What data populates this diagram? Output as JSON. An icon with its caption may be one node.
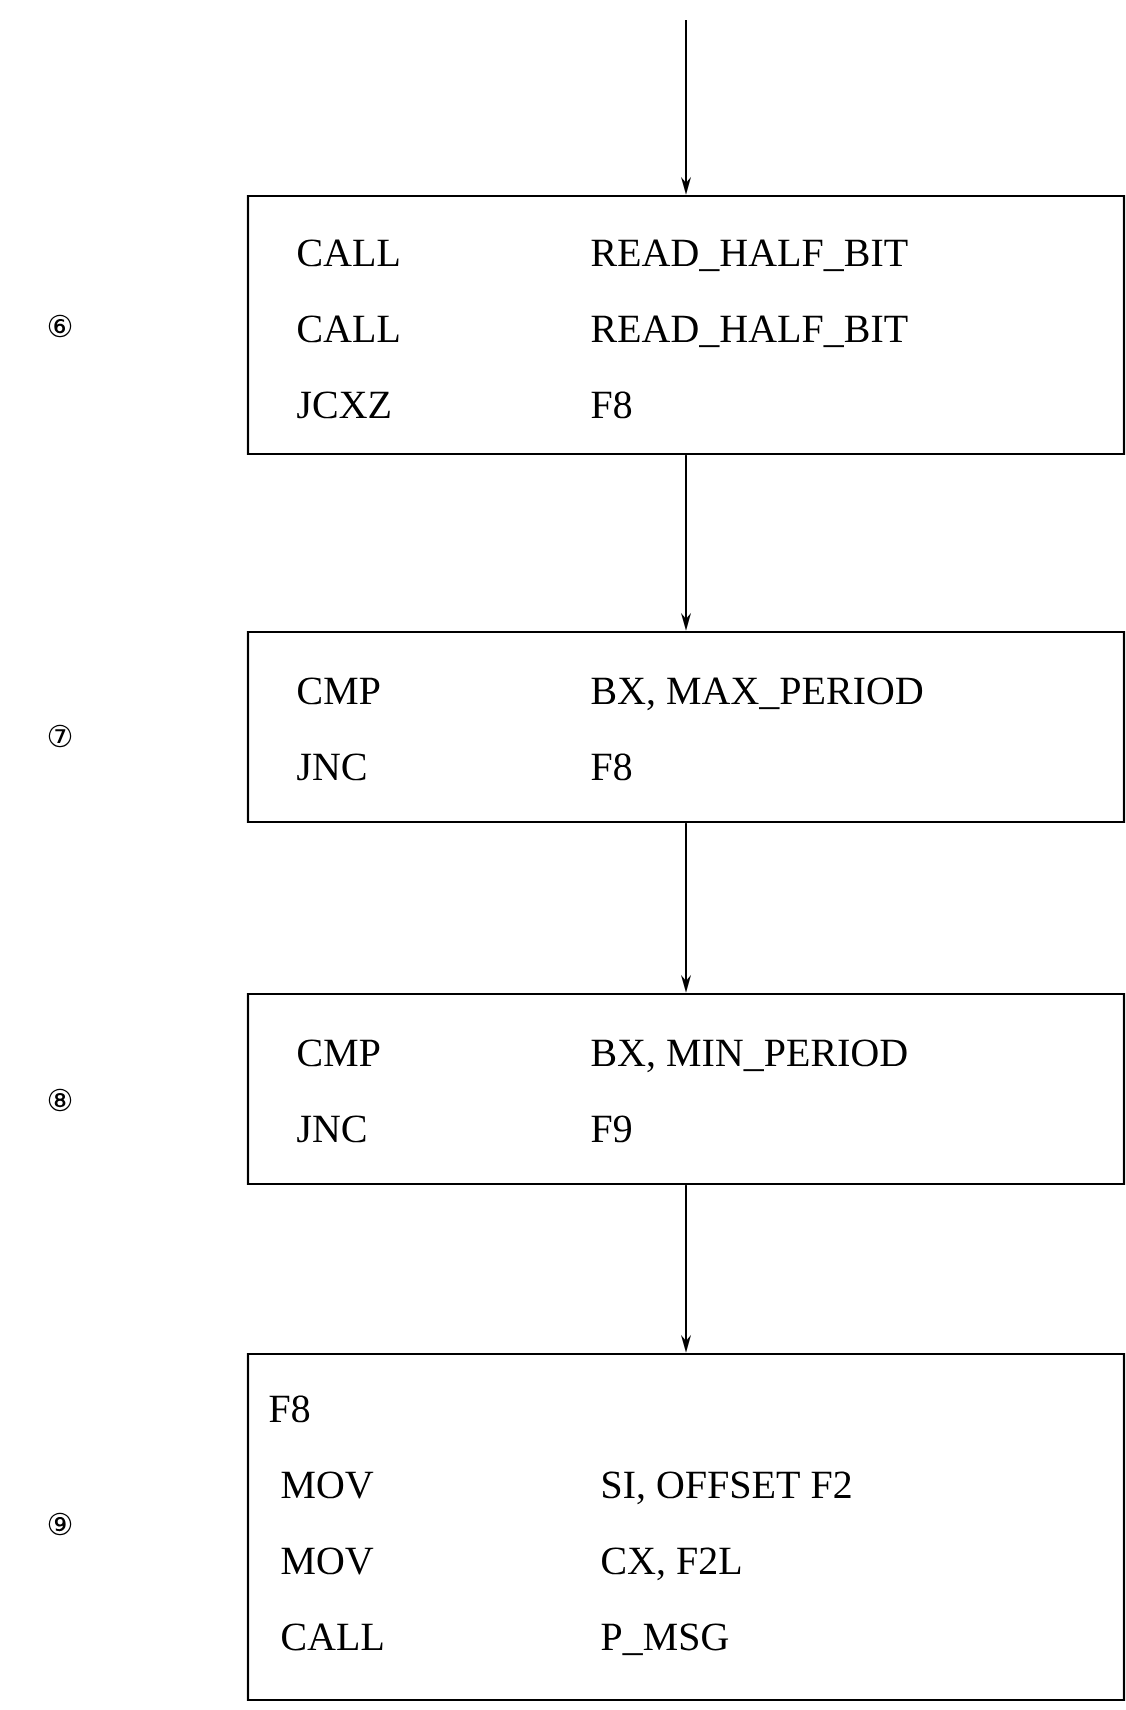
{
  "diagram": {
    "nodes": [
      {
        "text": [
          "CALL",
          "READ_HALF_BIT",
          "CALL",
          "READ_HALF_BIT",
          "JCXZ",
          "F8"
        ]
      },
      {
        "text": [
          "CMP",
          "BX, MAX_PERIOD",
          "JNC",
          "F8"
        ]
      },
      {
        "text": [
          "CMP",
          "BX, MIN_PERIOD",
          "JNC",
          "F9"
        ]
      },
      {
        "text": [
          "F8",
          "MOV",
          "SI, OFFSET F2",
          "MOV",
          "CX, F2L",
          "CALL",
          "P_MSG"
        ]
      }
    ],
    "labels": [
      "⑥",
      "⑦",
      "⑧",
      "⑨"
    ],
    "edges": [
      {
        "from": null,
        "to": 0,
        "arrow": "to"
      },
      {
        "from": 0,
        "to": 1,
        "arrow": "to"
      },
      {
        "from": 1,
        "to": 2,
        "arrow": "to"
      },
      {
        "from": 2,
        "to": 3,
        "arrow": "to"
      }
    ]
  }
}
